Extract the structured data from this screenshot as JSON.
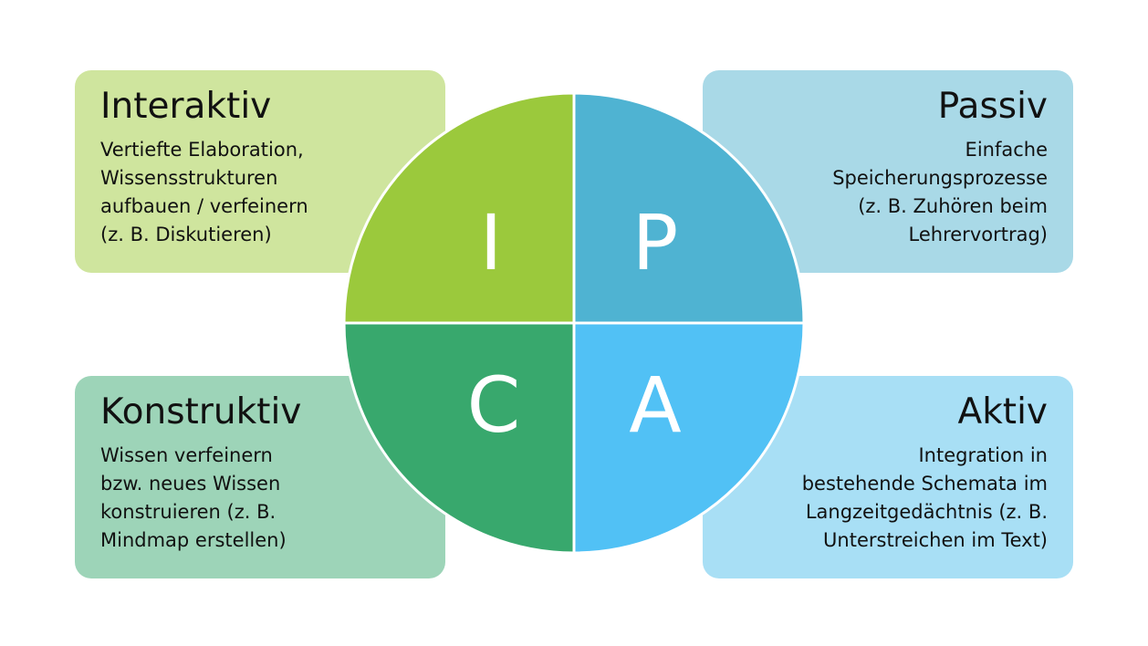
{
  "quadrants": {
    "interaktiv": {
      "title": "Interaktiv",
      "lines": [
        "Vertiefte Elaboration,",
        "Wissensstrukturen",
        "aufbauen / verfeinern",
        "(z. B. Diskutieren)"
      ],
      "letter": "I",
      "color": "#9bc93c",
      "box_color": "#cfe59e"
    },
    "passiv": {
      "title": "Passiv",
      "lines": [
        "Einfache",
        "Speicherungsprozesse",
        "(z. B. Zuhören beim",
        "Lehrervortrag)"
      ],
      "letter": "P",
      "color": "#4fb3d2",
      "box_color": "#a9d9e7"
    },
    "konstruktiv": {
      "title": "Konstruktiv",
      "lines": [
        "Wissen verfeinern",
        "bzw. neues Wissen",
        "konstruieren (z. B.",
        "Mindmap erstellen)"
      ],
      "letter": "C",
      "color": "#38a86d",
      "box_color": "#9dd4b8"
    },
    "aktiv": {
      "title": "Aktiv",
      "lines": [
        "Integration in",
        "bestehende Schemata im",
        "Langzeitgedächtnis (z. B.",
        "Unterstreichen im Text)"
      ],
      "letter": "A",
      "color": "#51c1f5",
      "box_color": "#a8dff5"
    }
  }
}
